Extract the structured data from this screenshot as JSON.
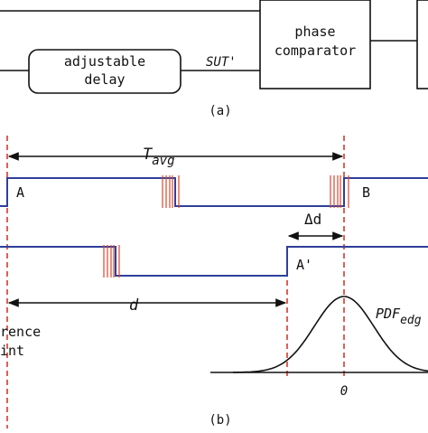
{
  "part_a": {
    "phase_comparator": [
      "phase",
      "comparator"
    ],
    "adjustable_delay": [
      "adjustable",
      "delay"
    ],
    "signal_label": "SUT'",
    "caption": "(a)"
  },
  "part_b": {
    "t_avg_label": "T",
    "t_avg_sub": "avg",
    "edge_a": "A",
    "edge_b": "B",
    "edge_a_prime": "A'",
    "delta_d": "Δd",
    "d_label": "d",
    "reference_point": [
      "rence",
      "int"
    ],
    "pdf_label": "PDF",
    "pdf_sub": "edg",
    "zero_label": "0",
    "caption": "(b)"
  },
  "colors": {
    "signal": "#2f3f9a",
    "guide": "#d33a2c",
    "ink": "#111111"
  }
}
